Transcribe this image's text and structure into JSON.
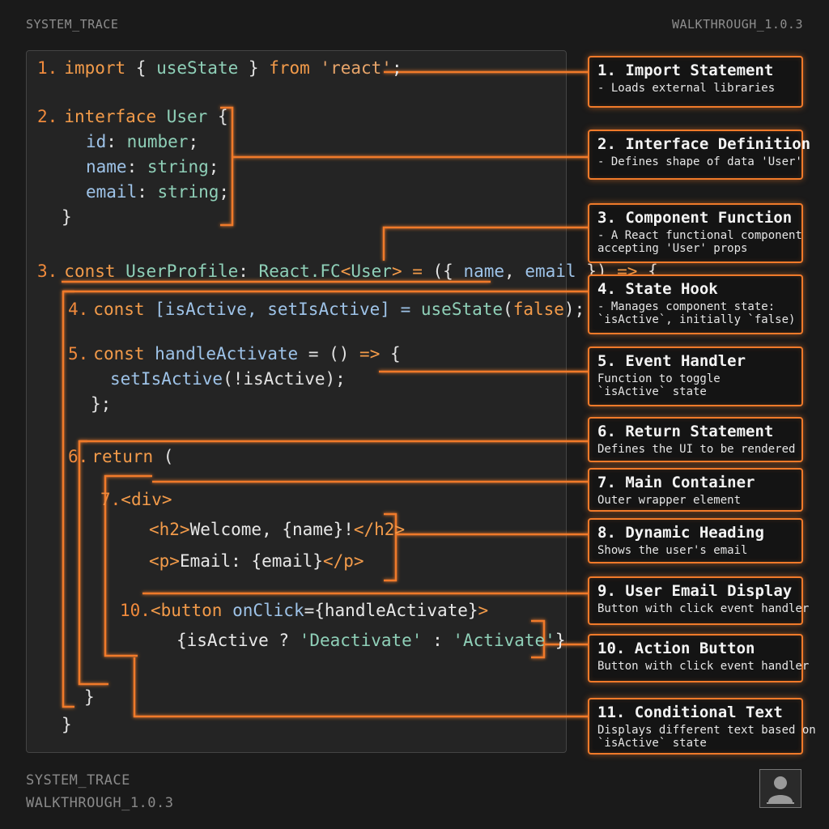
{
  "header": {
    "left": "SYSTEM_TRACE",
    "right": "WALKTHROUGH_1.0.3"
  },
  "footer": {
    "line1": "SYSTEM_TRACE",
    "line2": "WALKTHROUGH_1.0.3"
  },
  "code": {
    "l1": {
      "num": "1.",
      "kw": "import",
      "p1": " { ",
      "id": "useState",
      "p2": " } ",
      "from": "from",
      "str": "'react'",
      "end": ";"
    },
    "l2": {
      "num": "2.",
      "kw": "interface",
      "type": "User",
      "open": " {"
    },
    "l2a": {
      "key": "id",
      "colon": ": ",
      "type": "number",
      "end": ";"
    },
    "l2b": {
      "key": "name",
      "colon": ": ",
      "type": "string",
      "end": ";"
    },
    "l2c": {
      "key": "email",
      "colon": ": ",
      "type": "string",
      "end": ";"
    },
    "l2d": "}",
    "l3": {
      "num": "3.",
      "kw": "const",
      "name": "UserProfile",
      "colon": ": ",
      "type": "React.FC",
      "lt": "<",
      "tparam": "User",
      "gt": ">",
      "eq": " = ",
      "args_open": "({ ",
      "a1": "name",
      "comma": ", ",
      "a2": "email",
      "args_close": " }) ",
      "arrow": "=>",
      "brace": " {"
    },
    "l4": {
      "num": "4.",
      "kw": "const",
      "arr": " [isActive, setIsActive] = ",
      "fn": "useState",
      "po": "(",
      "val": "false",
      "pc": ");"
    },
    "l5": {
      "num": "5.",
      "kw": "const",
      "name": "handleActivate",
      "rest": " = () ",
      "arrow": "=>",
      "brace": " {"
    },
    "l5a": {
      "fn": "setIsActive",
      "rest": "(!isActive);"
    },
    "l5b": "};",
    "l6": {
      "num": "6.",
      "kw": "return",
      "rest": " ("
    },
    "l7": {
      "num": "7.",
      "tag": "<div>"
    },
    "l8": {
      "open": "<h2>",
      "text": "Welcome, {name}!",
      "close": "</h2>"
    },
    "l9": {
      "open": "<p>",
      "text": "Email: {email}",
      "close": "</p>"
    },
    "l10": {
      "num": "10.",
      "tag": "<button ",
      "attr": "onClick",
      "rest": "={handleActivate}",
      "gt": ">"
    },
    "l11": {
      "open": "{isActive ? ",
      "s1": "'Deactivate'",
      "mid": " : ",
      "s2": "'Activate'",
      "close": "}"
    },
    "l12": "}",
    "l13": "}"
  },
  "annotations": [
    {
      "title": "1. Import Statement",
      "desc": "- Loads external libraries"
    },
    {
      "title": "2. Interface Definition",
      "desc": "- Defines shape of data 'User'"
    },
    {
      "title": "3. Component Function",
      "desc": "- A React functional component\naccepting 'User' props"
    },
    {
      "title": "4. State Hook",
      "desc": "- Manages component state:\n`isActive`, initially `false)"
    },
    {
      "title": "5. Event Handler",
      "desc": "Function to toggle\n`isActive` state"
    },
    {
      "title": "6. Return Statement",
      "desc": "Defines the UI to be rendered"
    },
    {
      "title": "7. Main Container",
      "desc": "Outer wrapper element"
    },
    {
      "title": "8. Dynamic Heading",
      "desc": "Shows the user's email"
    },
    {
      "title": "9. User Email Display",
      "desc": "Button with click event handler"
    },
    {
      "title": "10. Action Button",
      "desc": "Button with click event handler"
    },
    {
      "title": "11. Conditional Text",
      "desc": "Displays different text based on\n`isActive` state"
    }
  ],
  "colors": {
    "accent": "#f07a2a",
    "background": "#1a1a1a",
    "panel": "#242424"
  },
  "icons": {
    "avatar": "user-avatar-icon"
  }
}
